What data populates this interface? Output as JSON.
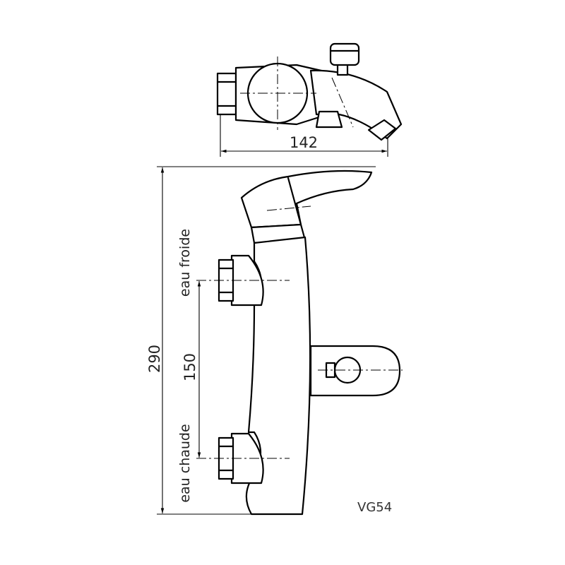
{
  "dimensions": {
    "width_top": "142",
    "height_total": "290",
    "inlet_spacing": "150"
  },
  "labels": {
    "cold_water": "eau froide",
    "hot_water": "eau chaude"
  },
  "model": "VG54"
}
